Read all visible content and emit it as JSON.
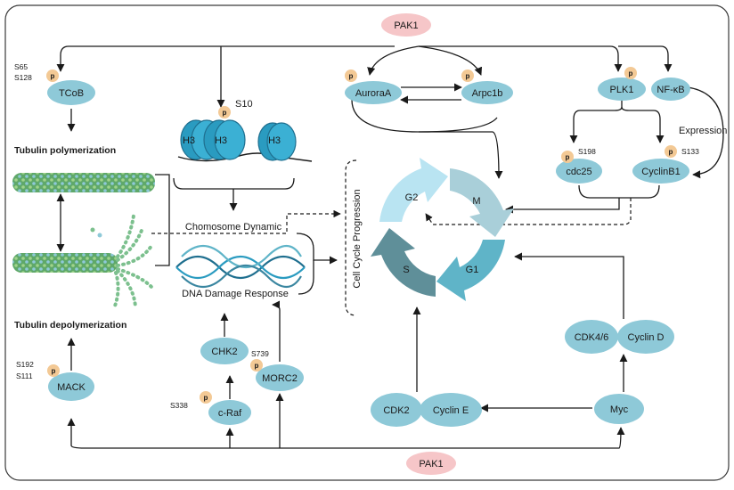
{
  "colors": {
    "node": "#8ec9d8",
    "pak1": "#f6c6c8",
    "phospho": "#f3c995",
    "arrow": "#1a1a1a",
    "border": "#3a3a3a",
    "g2": "#b9e4f2",
    "m": "#a9cfd9",
    "g1": "#5fb4c8",
    "s": "#5f8f99",
    "histone": "#2a9bc0",
    "dna": "#1f6f8f"
  },
  "pak1_top": "PAK1",
  "pak1_bottom": "PAK1",
  "phospho_label": "p",
  "tcob": {
    "label": "TCoB",
    "site1": "S65",
    "site2": "S128"
  },
  "tubulin_poly": "Tubulin polymerization",
  "tubulin_depoly": "Tubulin depolymerization",
  "mack": {
    "label": "MACK",
    "site1": "S192",
    "site2": "S111"
  },
  "h3": {
    "site": "S10",
    "labels": [
      "H3",
      "H3",
      "H3"
    ]
  },
  "chromosome": "Chomosome Dynamic",
  "dna_damage": "DNA Damage Response",
  "chk2": "CHK2",
  "craf": {
    "label": "c-Raf",
    "site": "S338"
  },
  "morc2": {
    "label": "MORC2",
    "site": "S739"
  },
  "auroraa": "AuroraA",
  "arpc1b": "Arpc1b",
  "plk1": "PLK1",
  "nfkb": "NF-κB",
  "expression": "Expression",
  "cdc25": {
    "label": "cdc25",
    "site": "S198"
  },
  "cyclinb1": {
    "label": "CyclinB1",
    "site": "S133"
  },
  "cell_cycle_title": "Cell Cycle Progression",
  "phases": [
    "G2",
    "M",
    "G1",
    "S"
  ],
  "cdk46": "CDK4/6",
  "cyclind": "Cyclin D",
  "cdk2": "CDK2",
  "cycline": "Cyclin E",
  "myc": "Myc"
}
